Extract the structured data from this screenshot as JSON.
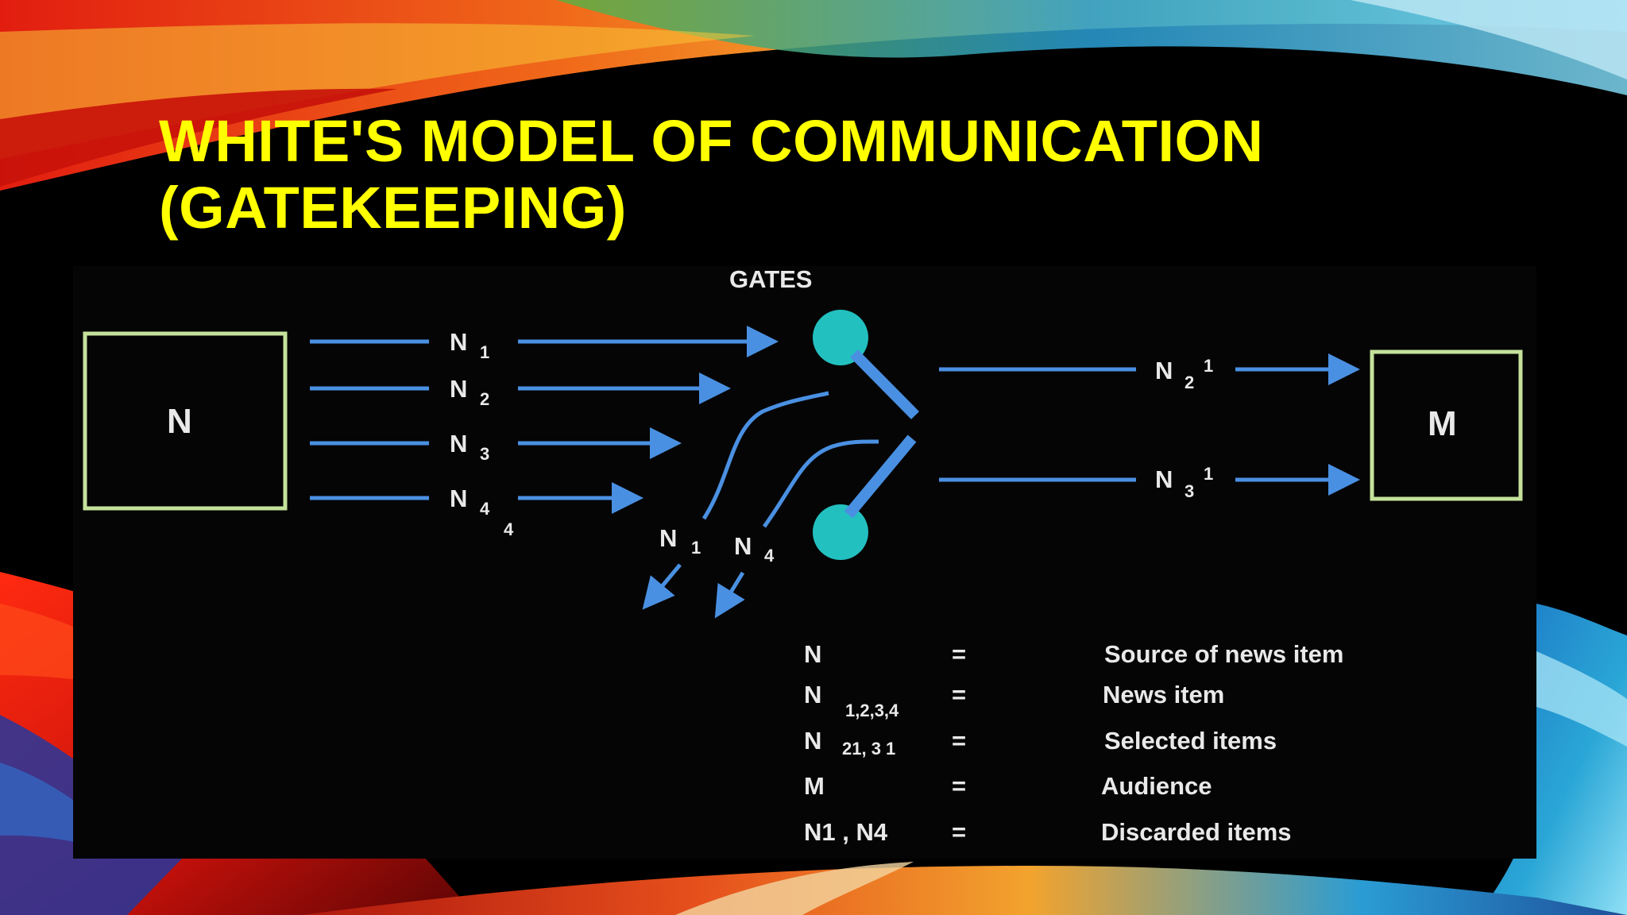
{
  "slide": {
    "title_line1": "WHITE'S MODEL OF COMMUNICATION",
    "title_line2": "(GATEKEEPING)"
  },
  "colors": {
    "title": "#ffff00",
    "arrow": "#4a90e2",
    "gate": "#23c0c0",
    "box_border": "#c5e29b",
    "text": "#e9e9e9"
  },
  "diagram": {
    "gates_label": "GATES",
    "source_box": "N",
    "audience_box": "M",
    "inputs": [
      {
        "letter": "N",
        "sub": "1"
      },
      {
        "letter": "N",
        "sub": "2"
      },
      {
        "letter": "N",
        "sub": "3"
      },
      {
        "letter": "N",
        "sub": "4",
        "sub2": "4"
      }
    ],
    "discarded": [
      {
        "letter": "N",
        "sub": "1"
      },
      {
        "letter": "N",
        "sub": "4"
      }
    ],
    "outputs": [
      {
        "letter": "N",
        "sub": "2",
        "sup": "1"
      },
      {
        "letter": "N",
        "sub": "3",
        "sup": "1"
      }
    ]
  },
  "legend": [
    {
      "symbol": "N",
      "symbol_sub": "",
      "eq": "=",
      "meaning": "Source of news item"
    },
    {
      "symbol": "N",
      "symbol_sub": "1,2,3,4",
      "eq": "=",
      "meaning": "News item"
    },
    {
      "symbol": "N",
      "symbol_sub": "21, 3 1",
      "eq": "=",
      "meaning": "Selected items"
    },
    {
      "symbol": "M",
      "symbol_sub": "",
      "eq": "=",
      "meaning": "Audience"
    },
    {
      "symbol": "N1 , N4",
      "symbol_sub": "",
      "eq": "=",
      "meaning": "Discarded items"
    }
  ]
}
